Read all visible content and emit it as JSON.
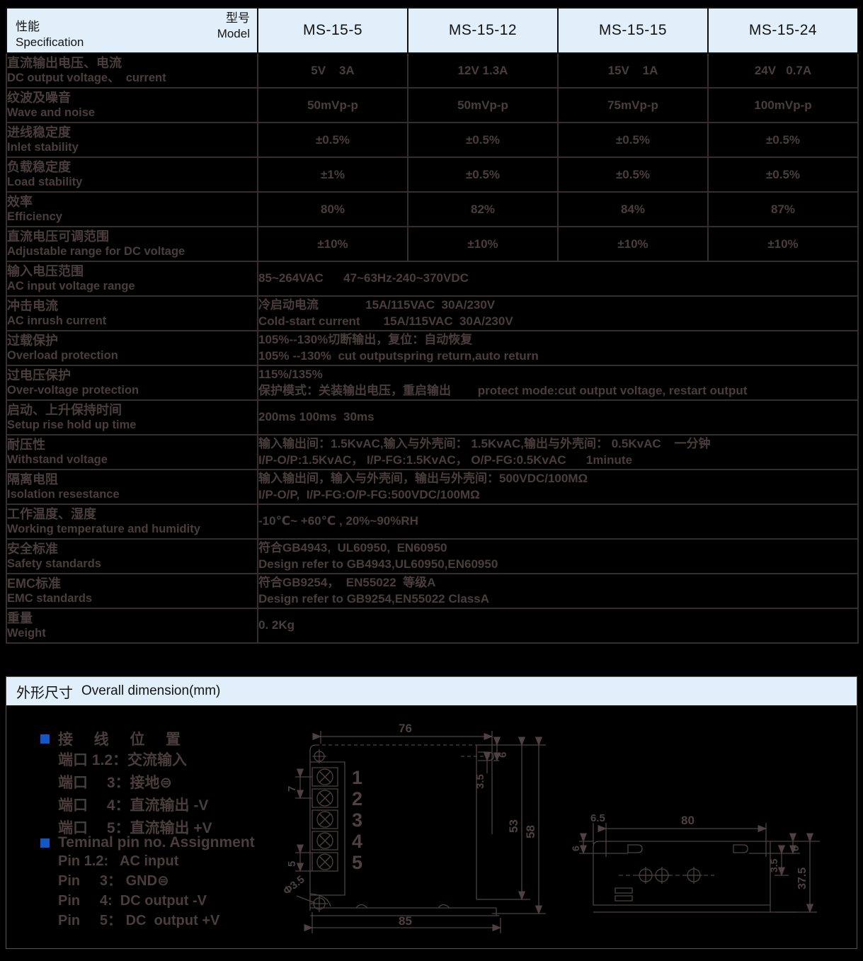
{
  "spec_table": {
    "corner": {
      "model_zh": "型号",
      "model_en": "Model",
      "spec_zh": "性能",
      "spec_en": "Specification"
    },
    "models": [
      "MS-15-5",
      "MS-15-12",
      "MS-15-15",
      "MS-15-24"
    ],
    "rows": [
      {
        "zh": "直流输出电压、电流",
        "en": "DC output voltage、  current",
        "values": [
          "5V    3A",
          "12V 1.3A",
          "15V    1A",
          "24V   0.7A"
        ]
      },
      {
        "zh": "纹波及噪音",
        "en": "Wave and noise",
        "values": [
          "50mVp-p",
          "50mVp-p",
          "75mVp-p",
          "100mVp-p"
        ]
      },
      {
        "zh": "进线稳定度",
        "en": "Inlet stability",
        "values": [
          "±0.5%",
          "±0.5%",
          "±0.5%",
          "±0.5%"
        ]
      },
      {
        "zh": "负载稳定度",
        "en": "Load stability",
        "values": [
          "±1%",
          "±0.5%",
          "±0.5%",
          "±0.5%"
        ]
      },
      {
        "zh": "效率",
        "en": "Efficiency",
        "values": [
          "80%",
          "82%",
          "84%",
          "87%"
        ]
      },
      {
        "zh": "直流电压可调范围",
        "en": "Adjustable range for DC voltage",
        "values": [
          "±10%",
          "±10%",
          "±10%",
          "±10%"
        ]
      },
      {
        "zh": "输入电压范围",
        "en": "AC input voltage range",
        "lines": [
          "85~264VAC      47~63Hz-240~370VDC"
        ]
      },
      {
        "zh": "冲击电流",
        "en": "AC inrush current",
        "lines": [
          "冷启动电流              15A/115VAC  30A/230V",
          "Cold-start current       15A/115VAC  30A/230V"
        ]
      },
      {
        "zh": "过载保护",
        "en": "Overload protection",
        "lines": [
          "105%--130%切断输出，复位：自动恢复",
          "105% --130%  cut outputspring return,auto return"
        ]
      },
      {
        "zh": "过电压保护",
        "en": "Over-voltage protection",
        "lines": [
          "115%/135%",
          "保护模式：关装输出电压，重启输出        protect mode:cut output voltage, restart output"
        ]
      },
      {
        "zh": "启动、上升保持时间",
        "en": "Setup rise hold up time",
        "lines": [
          "200ms 100ms  30ms"
        ]
      },
      {
        "zh": "耐压性",
        "en": "Withstand voltage",
        "lines": [
          "输入输出间：1.5KvAC,输入与外壳间： 1.5KvAC,输出与外壳间： 0.5KvAC    一分钟",
          "I/P-O/P:1.5KvAC， I/P-FG:1.5KvAC， O/P-FG:0.5KvAC      1minute"
        ]
      },
      {
        "zh": "隔离电阻",
        "en": "Isolation resestance",
        "lines": [
          "输入输出间，输入与外壳间，输出与外壳间：500VDC/100MΩ",
          "I/P-O/P,  I/P-FG:O/P-FG:500VDC/100MΩ"
        ]
      },
      {
        "zh": "工作温度、湿度",
        "en": "Working temperature and humidity",
        "lines": [
          "-10℃~ +60℃ , 20%~90%RH"
        ]
      },
      {
        "zh": "安全标准",
        "en": "Safety standards",
        "lines": [
          "符合GB4943,  UL60950,  EN60950",
          "Design refer to GB4943,UL60950,EN60950"
        ]
      },
      {
        "zh": "EMC标准",
        "en": "EMC standards",
        "lines": [
          "符合GB9254，  EN55022  等级A",
          "Design refer to GB9254,EN55022 ClassA"
        ]
      },
      {
        "zh": "重量",
        "en": "Weight",
        "lines": [
          "0. 2Kg"
        ]
      }
    ]
  },
  "dimension": {
    "title_zh": "外形尺寸",
    "title_en": "Overall dimension(mm)",
    "pin_zh": {
      "title": "接  线  位  置",
      "lines": [
        "端口 1.2：交流输入",
        "端口　 3：接地⊜",
        "端口　 4：直流输出 -V",
        "端口　 5：直流输出 +V"
      ]
    },
    "pin_en": {
      "title": "Teminal pin no. Assignment",
      "lines": [
        "Pin 1.2:   AC input",
        "Pin     3： GND⊜",
        "Pin     4:  DC output -V",
        "Pin     5： DC  output +V"
      ]
    },
    "front": {
      "terminals": [
        "1",
        "2",
        "3",
        "4",
        "5"
      ],
      "dims": {
        "top_width": "76",
        "terminal_pitch": "7",
        "terminal_width": "5",
        "slot_offset": "6",
        "slot_height": "3.5",
        "body_height": "53",
        "total_height": "58",
        "bottom_width": "85",
        "hole_dia": "Φ3.5"
      }
    },
    "side": {
      "dims": {
        "left_offset": "6.5",
        "hole_span": "80",
        "top_left": "6",
        "top_right": "6",
        "slot_height": "3.5",
        "height": "37.5"
      }
    }
  }
}
